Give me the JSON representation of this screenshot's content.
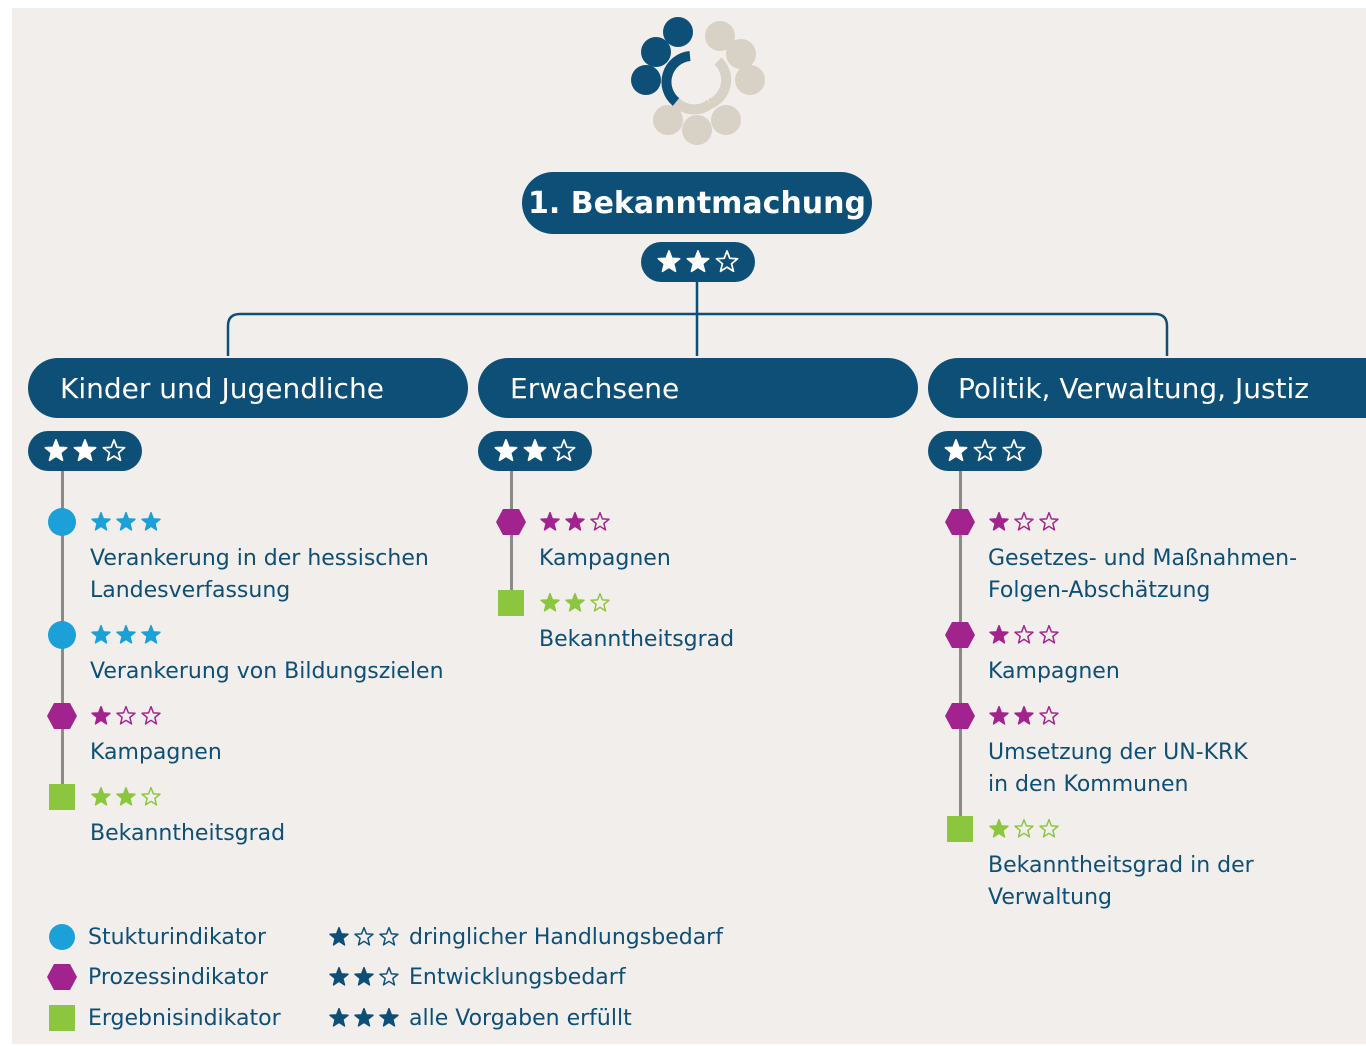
{
  "root": {
    "title": "1. Bekanntmachung",
    "rating": 2
  },
  "colors": {
    "navy": "#0d4f77",
    "struktur": "#1ba0d7",
    "prozess": "#a3238e",
    "ergebnis": "#8cc63f",
    "panel": "#f1eeeb",
    "logo_light": "#d8d1c5"
  },
  "columns": [
    {
      "title": "Kinder und Jugendliche",
      "rating": 2,
      "indicators": [
        {
          "type": "struktur",
          "rating": 3,
          "label": "Verankerung in der hessischen\nLandesverfassung"
        },
        {
          "type": "struktur",
          "rating": 3,
          "label": "Verankerung von Bildungszielen"
        },
        {
          "type": "prozess",
          "rating": 1,
          "label": "Kampagnen"
        },
        {
          "type": "ergebnis",
          "rating": 2,
          "label": "Bekanntheitsgrad"
        }
      ]
    },
    {
      "title": "Erwachsene",
      "rating": 2,
      "indicators": [
        {
          "type": "prozess",
          "rating": 2,
          "label": "Kampagnen"
        },
        {
          "type": "ergebnis",
          "rating": 2,
          "label": "Bekanntheitsgrad"
        }
      ]
    },
    {
      "title": "Politik, Verwaltung, Justiz",
      "rating": 1,
      "indicators": [
        {
          "type": "prozess",
          "rating": 1,
          "label": "Gesetzes- und Maßnahmen-\nFolgen-Abschätzung"
        },
        {
          "type": "prozess",
          "rating": 1,
          "label": "Kampagnen"
        },
        {
          "type": "prozess",
          "rating": 2,
          "label": "Umsetzung der UN-KRK\nin den Kommunen"
        },
        {
          "type": "ergebnis",
          "rating": 1,
          "label": "Bekanntheitsgrad in der\nVerwaltung"
        }
      ]
    }
  ],
  "legend": {
    "indicator_types": [
      {
        "type": "struktur",
        "label": "Stukturindikator"
      },
      {
        "type": "prozess",
        "label": "Prozessindikator"
      },
      {
        "type": "ergebnis",
        "label": "Ergebnisindikator"
      }
    ],
    "ratings": [
      {
        "rating": 1,
        "label": "dringlicher Handlungsbedarf"
      },
      {
        "rating": 2,
        "label": "Entwicklungsbedarf"
      },
      {
        "rating": 3,
        "label": "alle Vorgaben erfüllt"
      }
    ]
  }
}
